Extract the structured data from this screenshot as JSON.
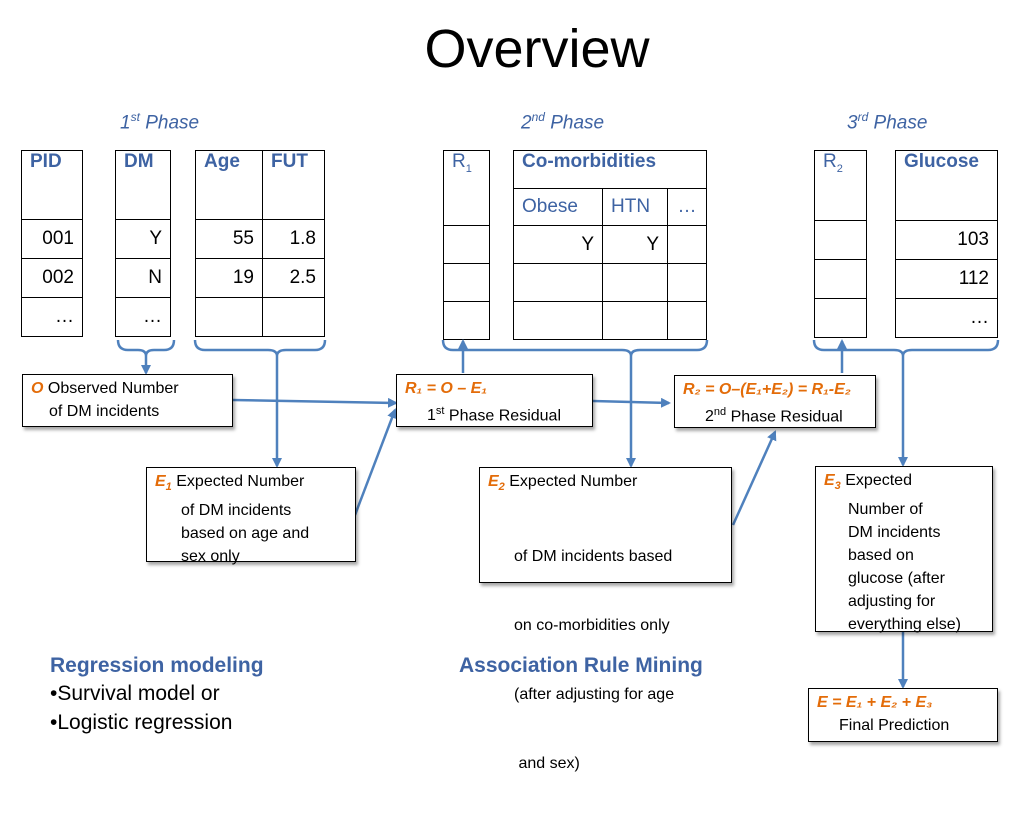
{
  "title": "Overview",
  "phases": {
    "p1": {
      "num": "1",
      "sup": "st",
      "label": "Phase"
    },
    "p2": {
      "num": "2",
      "sup": "nd",
      "label": "Phase"
    },
    "p3": {
      "num": "3",
      "sup": "rd",
      "label": "Phase"
    }
  },
  "phase1": {
    "pid": {
      "header": "PID",
      "rows": [
        "001",
        "002",
        "…"
      ]
    },
    "dm": {
      "header": "DM",
      "rows": [
        "Y",
        "N",
        "…"
      ]
    },
    "age_fut": {
      "headers": [
        "Age",
        "FUT"
      ],
      "rows": [
        [
          "55",
          "1.8"
        ],
        [
          "19",
          "2.5"
        ],
        [
          "",
          ""
        ]
      ]
    }
  },
  "phase2": {
    "r1": {
      "header": "R",
      "sub": "1"
    },
    "comorb": {
      "header": "Co-morbidities",
      "subheaders": [
        "Obese",
        "HTN",
        "…"
      ],
      "rows": [
        [
          "Y",
          "Y",
          ""
        ],
        [
          "",
          "",
          ""
        ],
        [
          "",
          "",
          ""
        ]
      ]
    }
  },
  "phase3": {
    "r2": {
      "header": "R",
      "sub": "2"
    },
    "glucose": {
      "header": "Glucose",
      "rows": [
        "103",
        "112",
        "…"
      ]
    }
  },
  "boxes": {
    "observed": {
      "sym": "O",
      "line1": "Observed Number",
      "line2": "of DM incidents"
    },
    "r1": {
      "formula": "R₁ = O – E₁",
      "num": "1",
      "sup": "st",
      "label": "Phase Residual"
    },
    "r2": {
      "formula": "R₂ = O–(E₁+E₂) = R₁-E₂",
      "num": "2",
      "sup": "nd",
      "label": "Phase Residual"
    },
    "e1": {
      "sym": "E",
      "sub": "1",
      "lines": [
        "Expected Number",
        "of DM incidents",
        "based on age and",
        "sex only"
      ]
    },
    "e2": {
      "sym": "E",
      "sub": "2",
      "lines": [
        "Expected Number",
        "of DM incidents based",
        "on co-morbidities only",
        "(after adjusting for age",
        " and sex)"
      ]
    },
    "e3": {
      "sym": "E",
      "sub": "3",
      "lines": [
        "Expected",
        "Number of",
        "DM incidents",
        "based on",
        "glucose (after",
        "adjusting for",
        "everything else)"
      ]
    },
    "final": {
      "formula": "E = E₁ + E₂ + E₃",
      "label": "Final Prediction"
    }
  },
  "footer": {
    "left_heading": "Regression modeling",
    "left_items": [
      "Survival model or",
      "Logistic regression"
    ],
    "center_heading": "Association Rule Mining"
  },
  "colors": {
    "blue": "#3e63a3",
    "arrow": "#4f81bd",
    "orange": "#e36c09"
  }
}
